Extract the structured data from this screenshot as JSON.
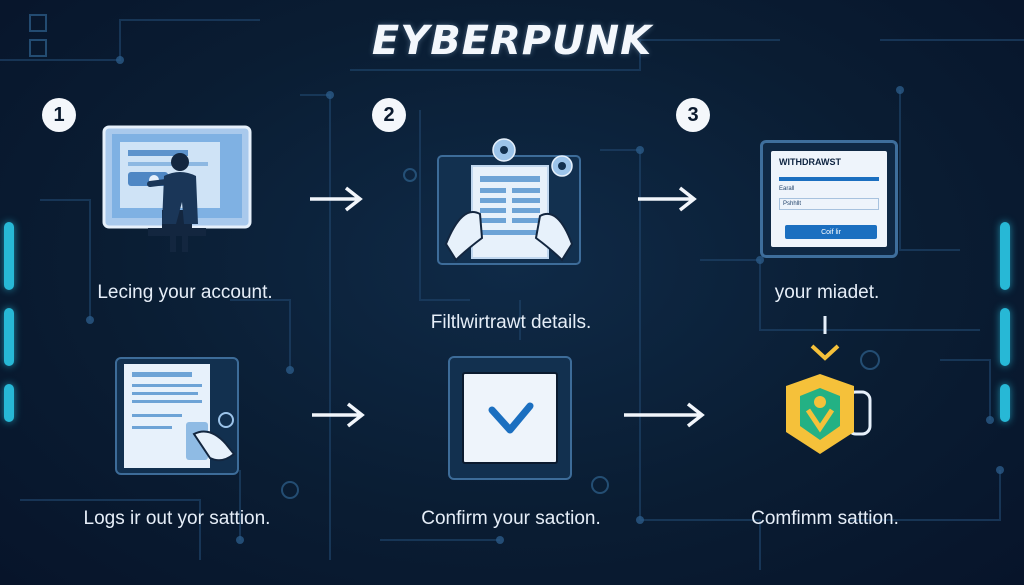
{
  "title": "EYBERPUNK",
  "steps": [
    {
      "number": "1",
      "caption": "Lecing your account."
    },
    {
      "number": "2",
      "caption": "Filtlwirtrawt details."
    },
    {
      "number": "3",
      "caption": "your miadet."
    }
  ],
  "bottom_captions": [
    "Logs ir out yor sattion.",
    "Confirm your saction.",
    "Comfimm sattion."
  ],
  "withdraw_form": {
    "title": "WITHDRAWST",
    "label_1": "Earall",
    "label_2": "Pshhllt",
    "button": "Coif lir"
  },
  "colors": {
    "background": "#0a1d33",
    "accent_cyan": "#27b8d6",
    "accent_yellow": "#f5c13a",
    "accent_green": "#23b184",
    "button_blue": "#1b6fc0"
  }
}
